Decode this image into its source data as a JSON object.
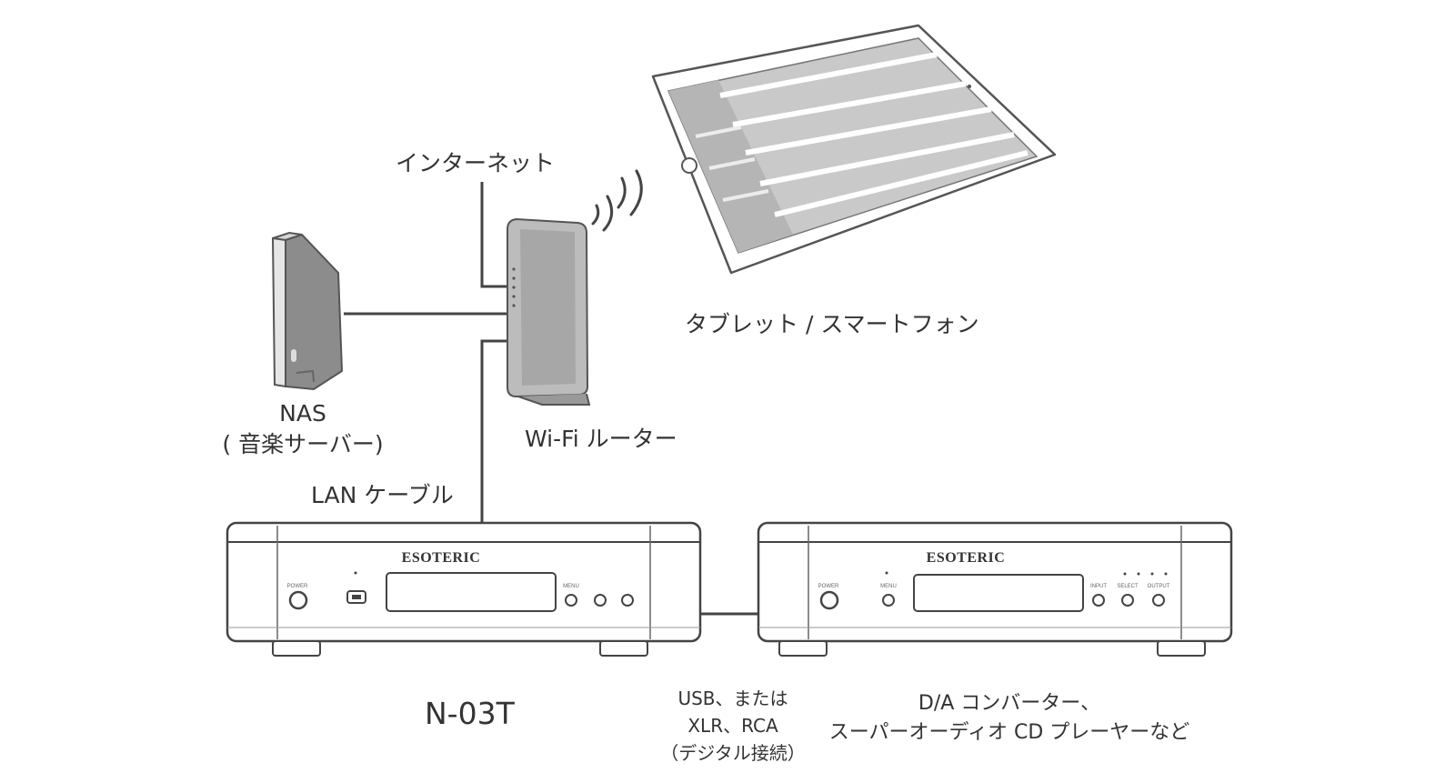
{
  "labels": {
    "internet": "インターネット",
    "tablet": "タブレット / スマートフォン",
    "nas_line1": "NAS",
    "nas_line2": "( 音楽サーバー)",
    "router": "Wi-Fi ルーター",
    "lan": "LAN ケーブル",
    "player_model": "N-03T",
    "connection_line1": "USB、または",
    "connection_line2": "XLR、RCA",
    "connection_line3": "（デジタル接続）",
    "dac_line1": "D/A コンバーター、",
    "dac_line2": "スーパーオーディオ CD プレーヤーなど"
  },
  "panel_text": {
    "brand": "ESOTERIC",
    "power": "POWER",
    "menu": "MENU",
    "input": "INPUT",
    "select": "SELECT",
    "output": "OUTPUT"
  },
  "icons": [
    "wifi-waves-icon",
    "usb-icon"
  ],
  "colors": {
    "line": "#444444",
    "device_fill": "#ffffff",
    "router_fill": "#b8b8b8",
    "nas_fill": "#8c8c8c",
    "screen_fill": "#c8c8c8"
  }
}
